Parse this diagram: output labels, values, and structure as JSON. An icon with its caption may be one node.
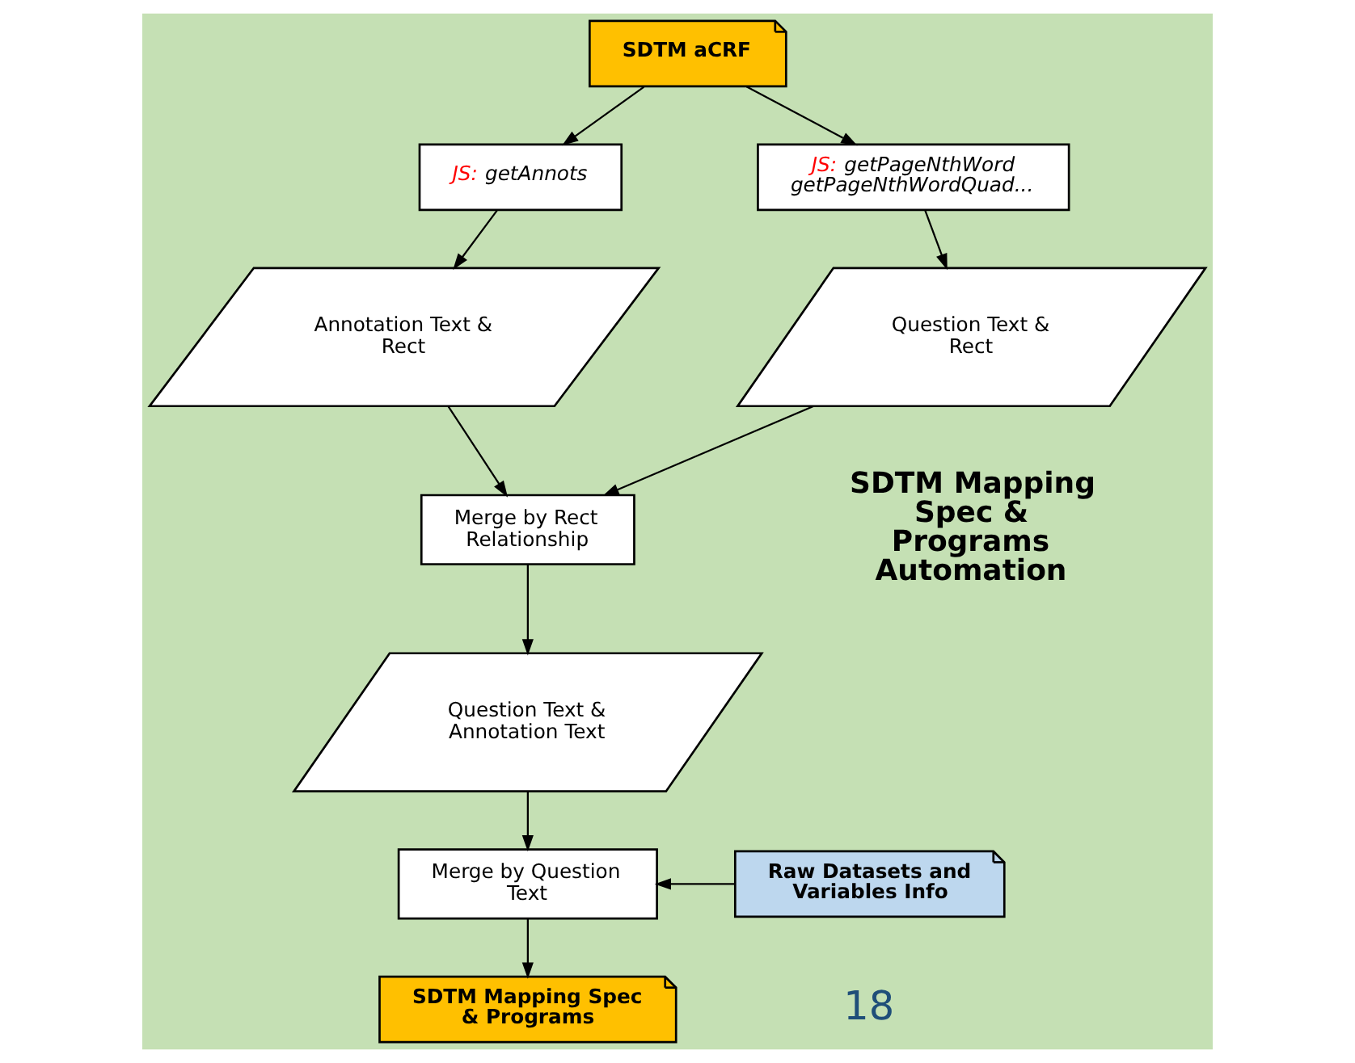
{
  "diagram": {
    "nodes": [
      {
        "text": [
          "SDTM aCRF"
        ]
      },
      {
        "text": [
          "JS: getAnnots"
        ]
      },
      {
        "text": [
          "JS: getPageNthWord getPageNthWordQuad..."
        ]
      },
      {
        "text": [
          "Annotation Text & Rect"
        ]
      },
      {
        "text": [
          "Question Text & Rect"
        ]
      },
      {
        "text": [
          "Merge by Rect Relationship"
        ]
      },
      {
        "text": [
          "Question Text & Annotation Text"
        ]
      },
      {
        "text": [
          "Merge by Question Text"
        ]
      },
      {
        "text": [
          "Raw Datasets and Variables Info"
        ]
      },
      {
        "text": [
          "SDTM Mapping Spec & Programs"
        ]
      }
    ],
    "edges": [
      {
        "from": 0,
        "to": 1,
        "arrow": "to"
      },
      {
        "from": 0,
        "to": 2,
        "arrow": "to"
      },
      {
        "from": 1,
        "to": 3,
        "arrow": "to"
      },
      {
        "from": 2,
        "to": 4,
        "arrow": "to"
      },
      {
        "from": 3,
        "to": 5,
        "arrow": "to"
      },
      {
        "from": 4,
        "to": 5,
        "arrow": "to"
      },
      {
        "from": 5,
        "to": 6,
        "arrow": "to"
      },
      {
        "from": 6,
        "to": 7,
        "arrow": "to"
      },
      {
        "from": 8,
        "to": 7,
        "arrow": "to"
      },
      {
        "from": 7,
        "to": 9,
        "arrow": "to"
      }
    ],
    "labels": [
      "SDTM Mapping Spec & Programs Automation",
      "18"
    ]
  }
}
